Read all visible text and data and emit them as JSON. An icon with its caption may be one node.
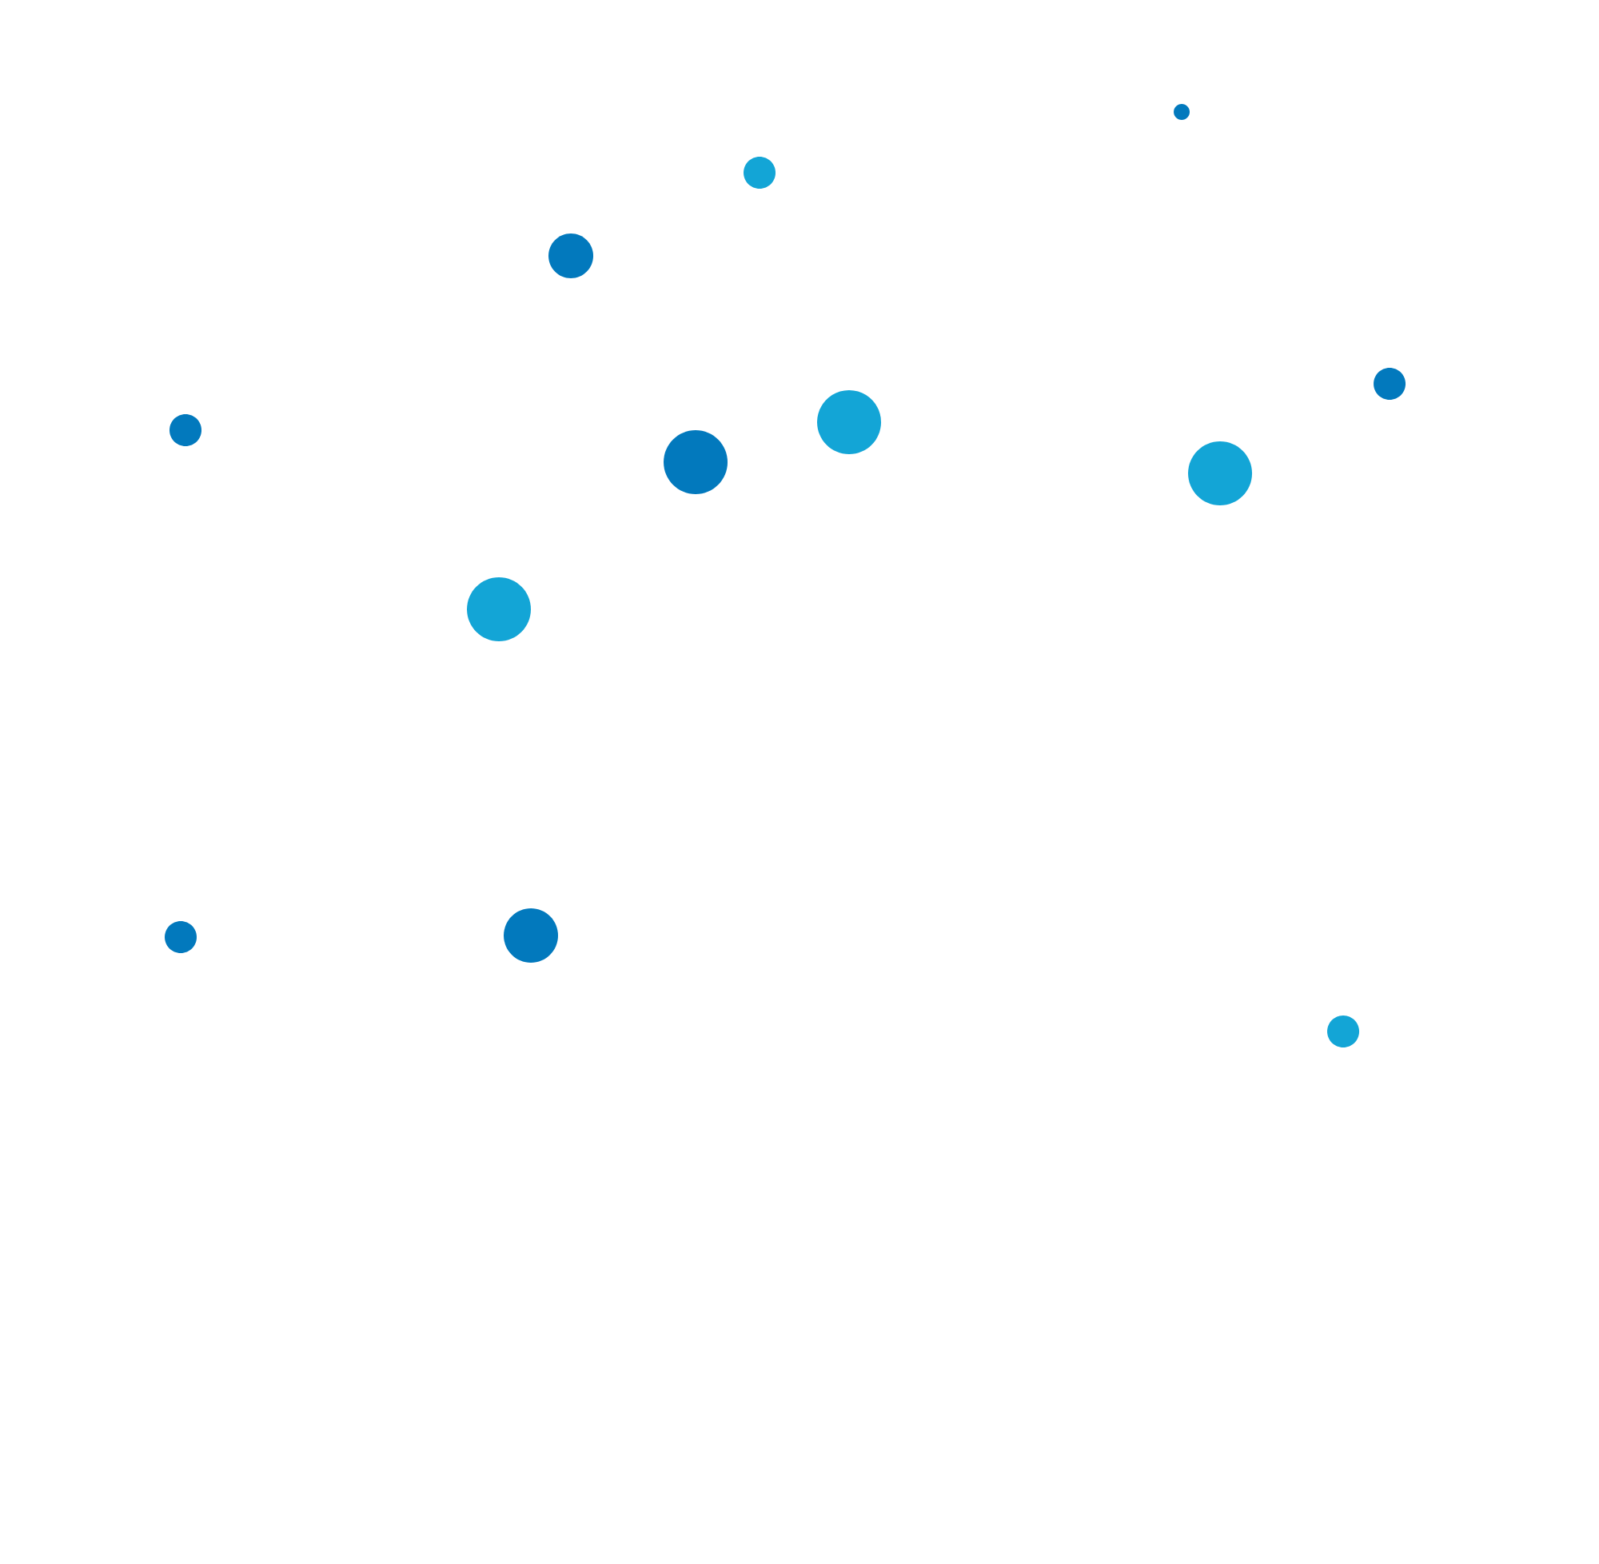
{
  "diagram": {
    "nodes": [
      {
        "text": [],
        "shape": "circle"
      },
      {
        "text": [],
        "shape": "circle"
      },
      {
        "text": [],
        "shape": "circle"
      },
      {
        "text": [],
        "shape": "circle"
      },
      {
        "text": [],
        "shape": "circle"
      },
      {
        "text": [],
        "shape": "circle"
      },
      {
        "text": [],
        "shape": "circle"
      },
      {
        "text": [],
        "shape": "circle"
      },
      {
        "text": [],
        "shape": "circle"
      },
      {
        "text": [],
        "shape": "circle"
      },
      {
        "text": [],
        "shape": "circle"
      },
      {
        "text": [],
        "shape": "circle"
      }
    ]
  }
}
